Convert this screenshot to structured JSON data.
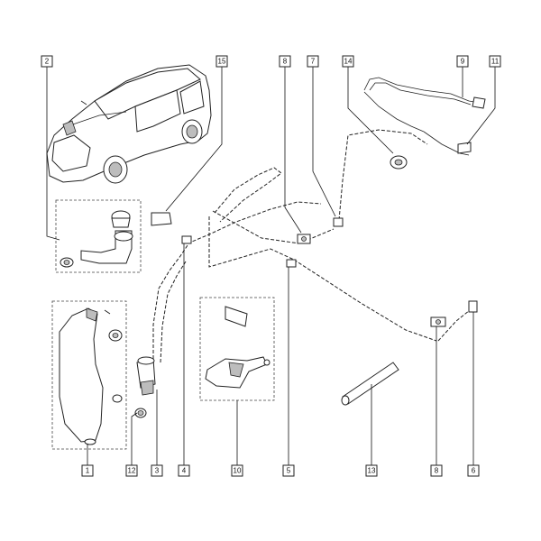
{
  "callouts": [
    {
      "id": "c2",
      "label": "2"
    },
    {
      "id": "c15",
      "label": "15"
    },
    {
      "id": "c8top",
      "label": "8"
    },
    {
      "id": "c7",
      "label": "7"
    },
    {
      "id": "c14",
      "label": "14"
    },
    {
      "id": "c9",
      "label": "9"
    },
    {
      "id": "c11",
      "label": "11"
    },
    {
      "id": "c1",
      "label": "1"
    },
    {
      "id": "c12",
      "label": "12"
    },
    {
      "id": "c3",
      "label": "3"
    },
    {
      "id": "c4",
      "label": "4"
    },
    {
      "id": "c10",
      "label": "10"
    },
    {
      "id": "c5",
      "label": "5"
    },
    {
      "id": "c13",
      "label": "13"
    },
    {
      "id": "c8bot",
      "label": "8"
    },
    {
      "id": "c6",
      "label": "6"
    }
  ]
}
